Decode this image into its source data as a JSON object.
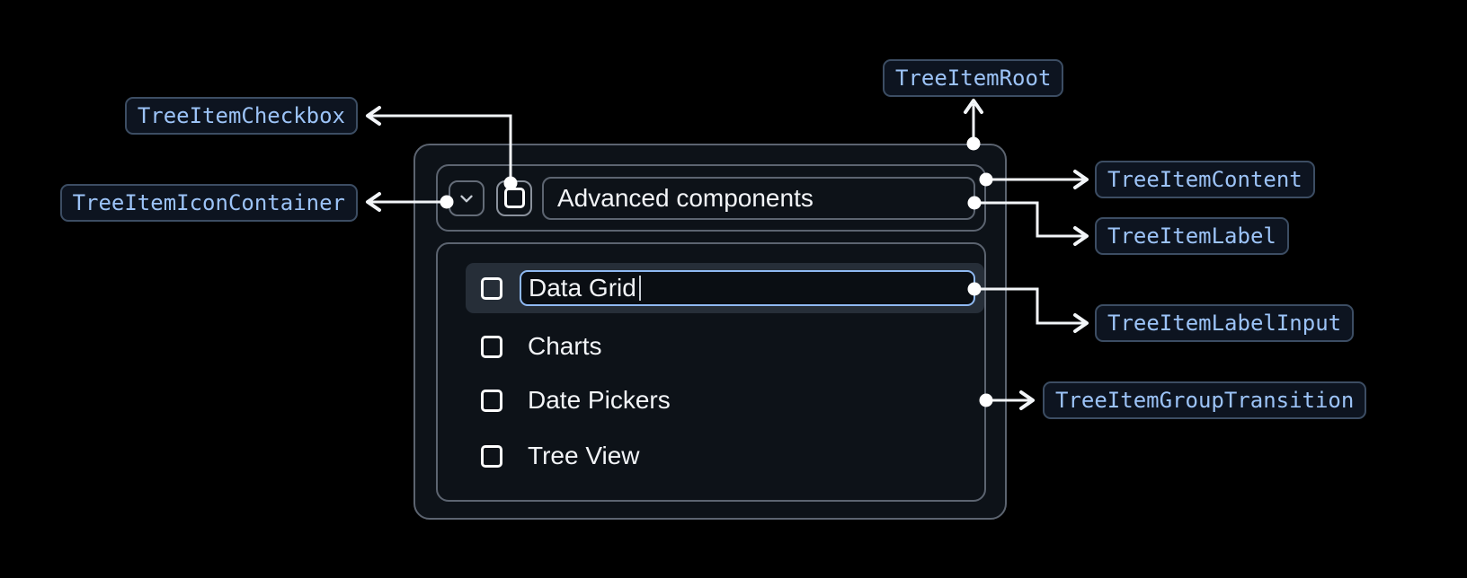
{
  "annotations": {
    "root": "TreeItemRoot",
    "checkbox": "TreeItemCheckbox",
    "icon_container": "TreeItemIconContainer",
    "content": "TreeItemContent",
    "label": "TreeItemLabel",
    "label_input": "TreeItemLabelInput",
    "group_transition": "TreeItemGroupTransition"
  },
  "tree": {
    "parent": {
      "label": "Advanced components",
      "expanded": true,
      "checkbox_state": "unchecked",
      "expand_icon": "chevron-down-icon"
    },
    "children": [
      {
        "label": "Data Grid",
        "editing": true,
        "input_value": "Data Grid",
        "checkbox_state": "unchecked"
      },
      {
        "label": "Charts",
        "checkbox_state": "unchecked"
      },
      {
        "label": "Date Pickers",
        "checkbox_state": "unchecked"
      },
      {
        "label": "Tree View",
        "checkbox_state": "unchecked"
      }
    ]
  },
  "colors": {
    "page-bg": "#000000",
    "panel-bg": "#0d1218",
    "panel-border": "#5c6470",
    "row-highlight": "#262e38",
    "tree-text": "#f2f4f7",
    "input-border": "#8fb9f2",
    "input-bg": "#0a0e13",
    "pill-bg": "#0d1420",
    "pill-border": "#3c4d63",
    "pill-text": "#9cc3f7",
    "connector": "#f2f5f8"
  }
}
